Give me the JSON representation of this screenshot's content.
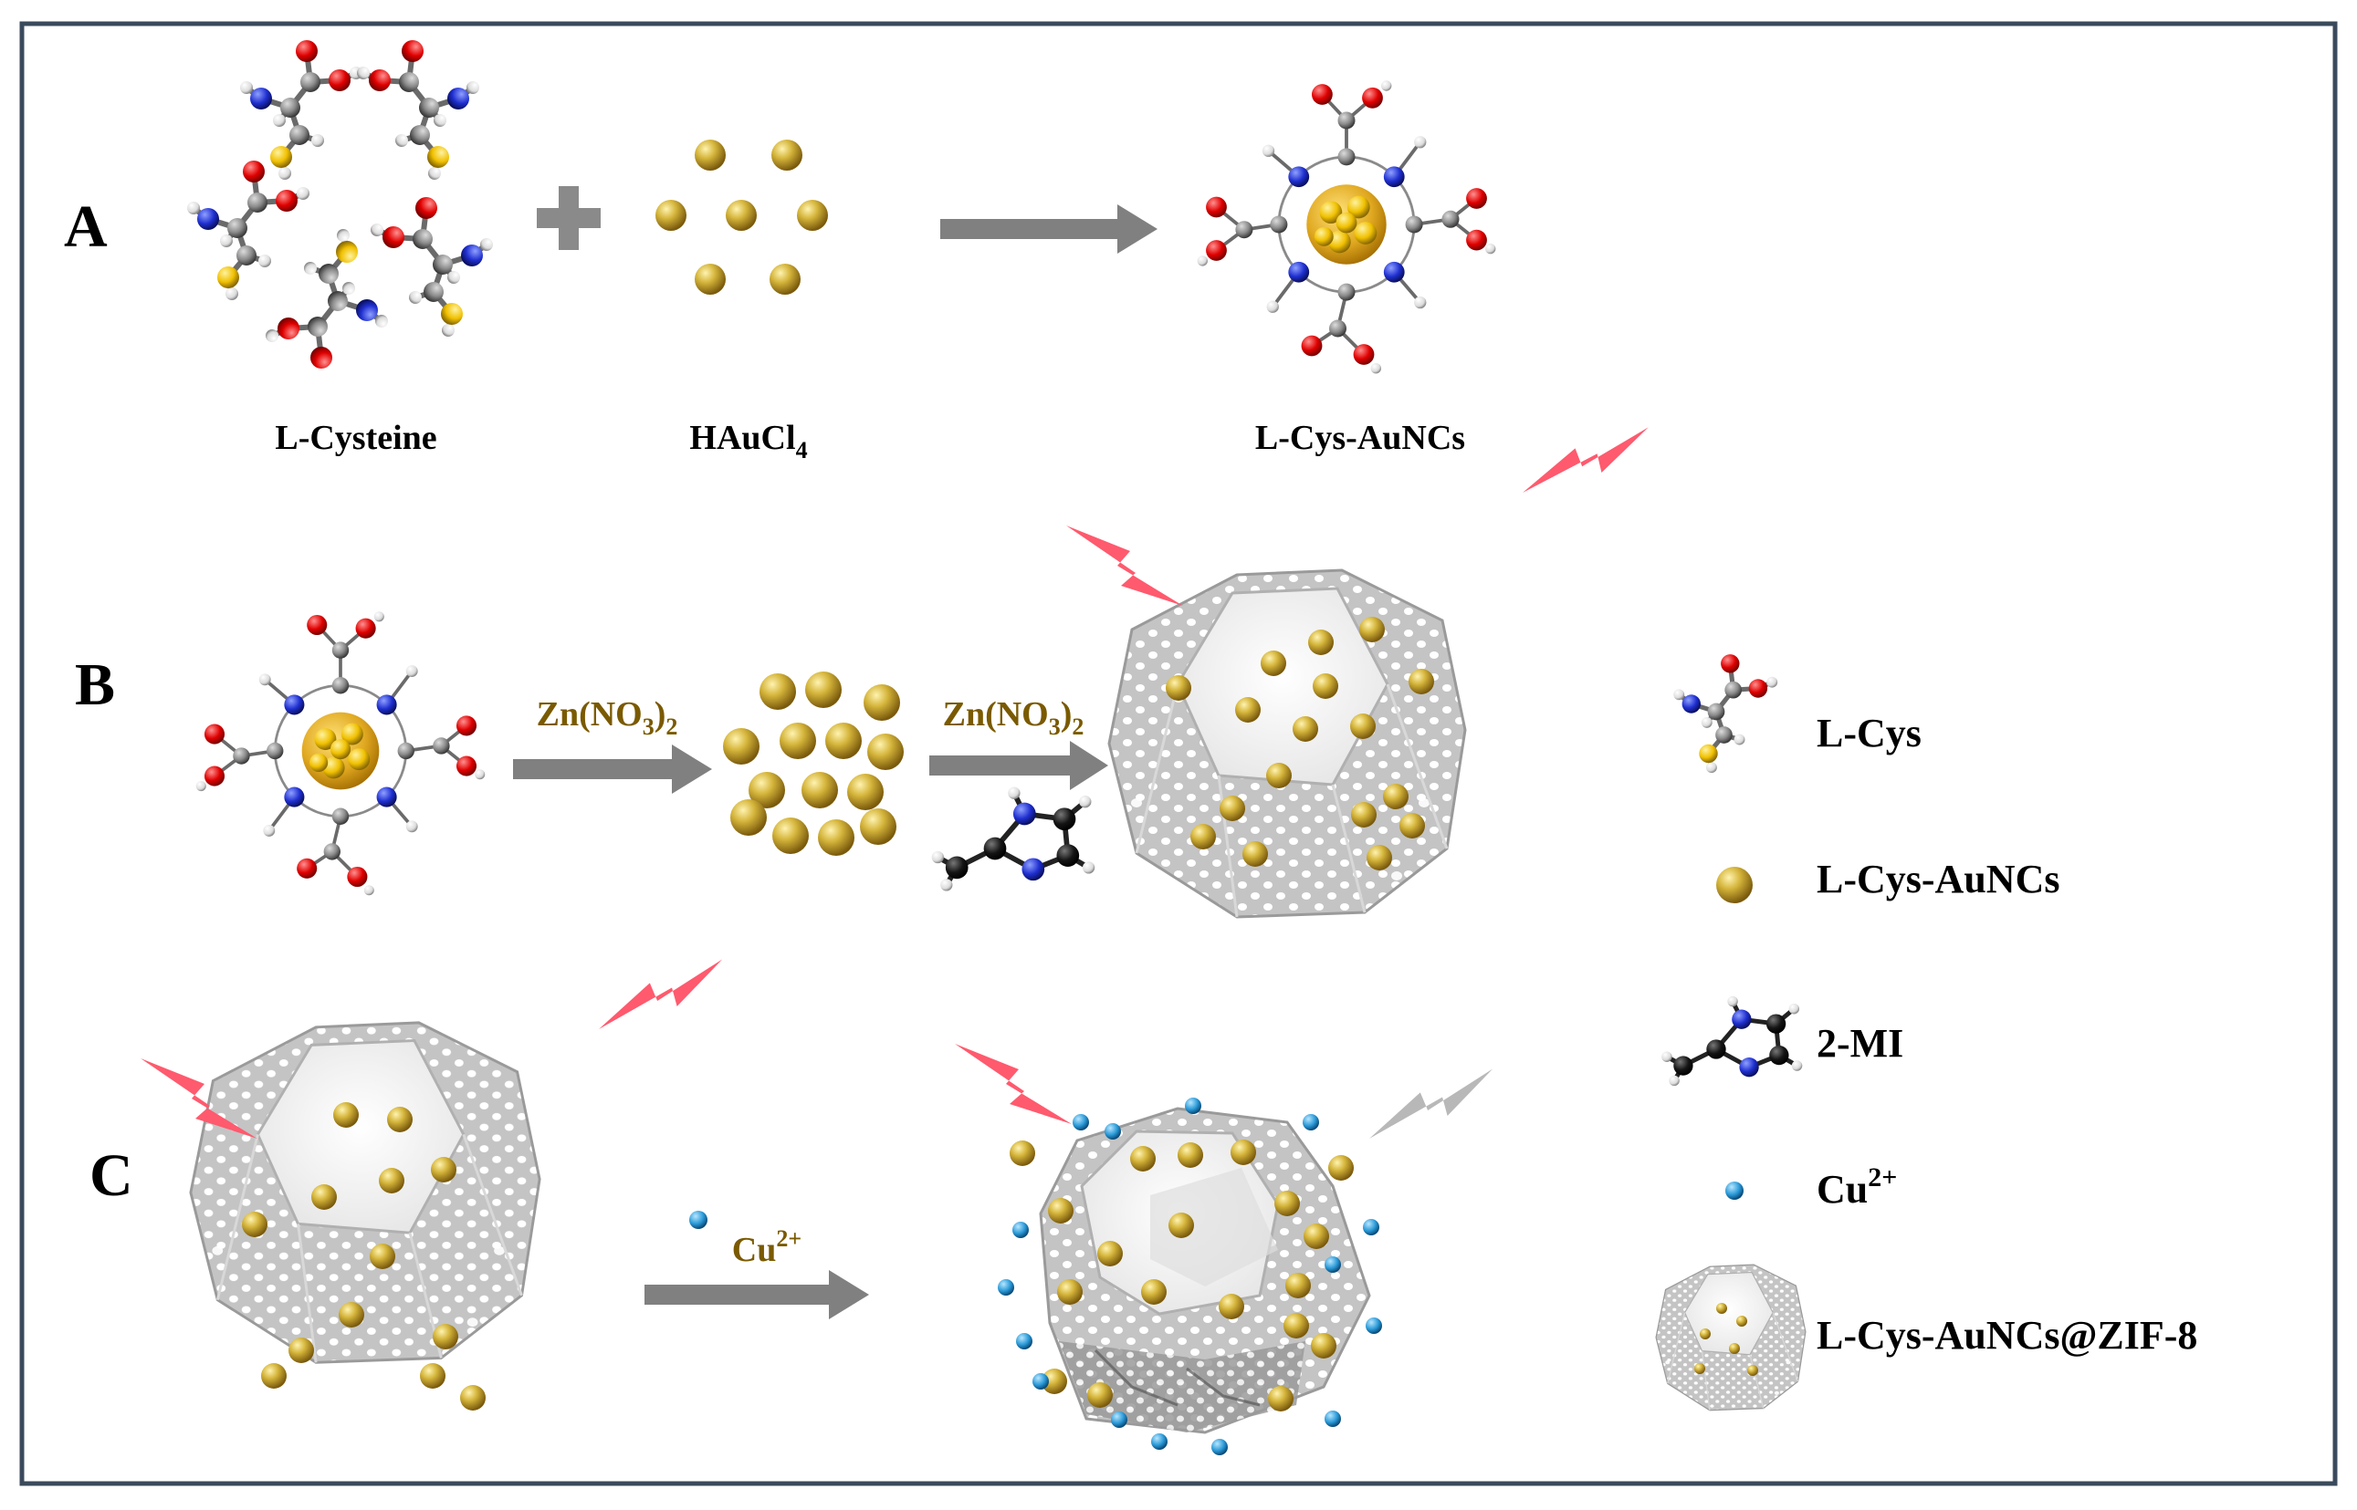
{
  "panels": {
    "a": {
      "letter": "A",
      "reactant1": "L-Cysteine",
      "reactant2_base": "HAuCl",
      "reactant2_sub": "4",
      "product": "L-Cys-AuNCs"
    },
    "b": {
      "letter": "B",
      "reagent1_base": "Zn(NO",
      "reagent1_sub": "3",
      "reagent1_close": ")",
      "reagent1_sub2": "2",
      "reagent2_base": "Zn(NO",
      "reagent2_sub": "3",
      "reagent2_close": ")",
      "reagent2_sub2": "2"
    },
    "c": {
      "letter": "C",
      "reagent_base": "Cu",
      "reagent_sup": "2+"
    }
  },
  "legend": {
    "items": [
      {
        "label": "L-Cys",
        "icon": "l-cys-molecule-icon"
      },
      {
        "label": "L-Cys-AuNCs",
        "icon": "gold-sphere-icon"
      },
      {
        "label": "2-MI",
        "icon": "imidazole-molecule-icon"
      },
      {
        "label_base": "Cu",
        "label_sup": "2+",
        "icon": "copper-ion-icon"
      },
      {
        "label": "L-Cys-AuNCs@ZIF-8",
        "icon": "zif8-cage-icon"
      }
    ]
  },
  "colors": {
    "frame": "#3a4a5c",
    "arrow": "#808080",
    "gold": "#d4b43a",
    "gold_dark": "#8a6a10",
    "oxygen": "#e00000",
    "nitrogen": "#1f2fd0",
    "sulfur": "#f0c000",
    "carbon": "#8a8a8a",
    "hydrogen": "#e8e8e8",
    "copper_ion": "#2a9ad8",
    "bolt_active": "#ff5a6e",
    "bolt_quenched": "#b8b8b8",
    "reagent_text": "#7a5a00"
  }
}
